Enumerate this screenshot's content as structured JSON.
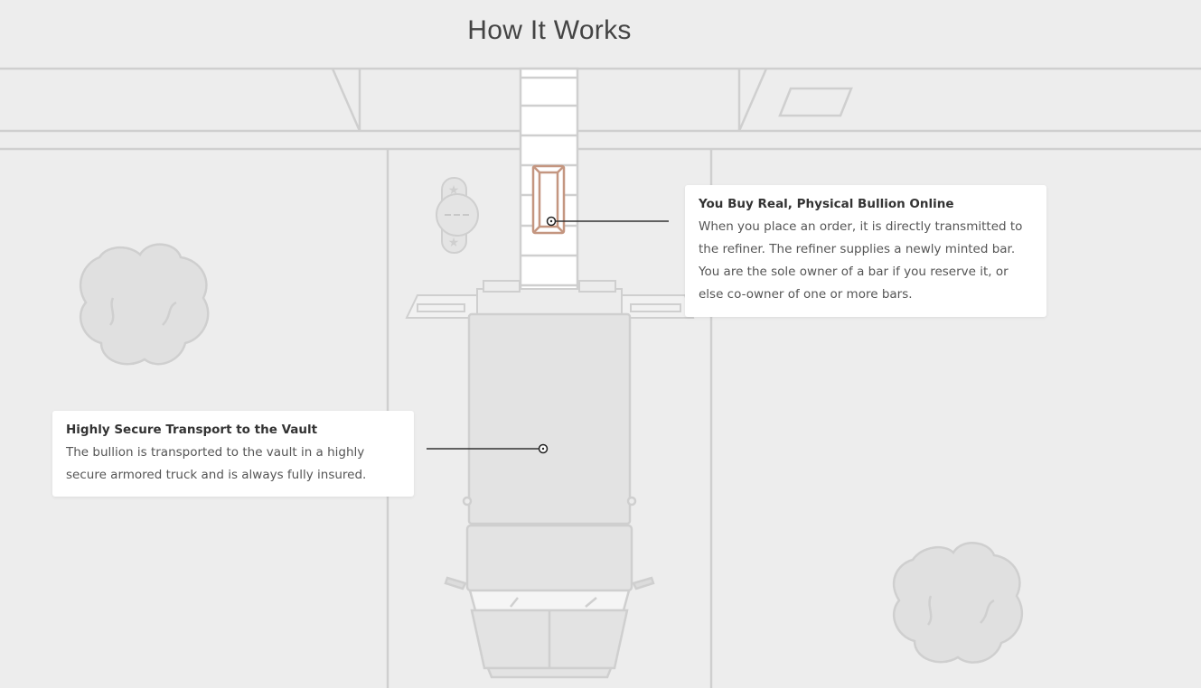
{
  "page": {
    "title": "How It Works"
  },
  "steps": [
    {
      "title": "You Buy Real, Physical Bullion Online",
      "body": "When you place an order, it is directly transmitted to the refiner. The refiner supplies a newly minted bar. You are the sole owner of a bar if you reserve it, or else co-owner of one or more bars."
    },
    {
      "title": "Highly Secure Transport to the Vault",
      "body": "The bullion is transported to the vault in a highly secure armored truck and is always fully insured."
    }
  ],
  "colors": {
    "background": "#ededed",
    "line": "#cfcfcf",
    "bar_accent": "#c49680",
    "card": "#ffffff"
  }
}
